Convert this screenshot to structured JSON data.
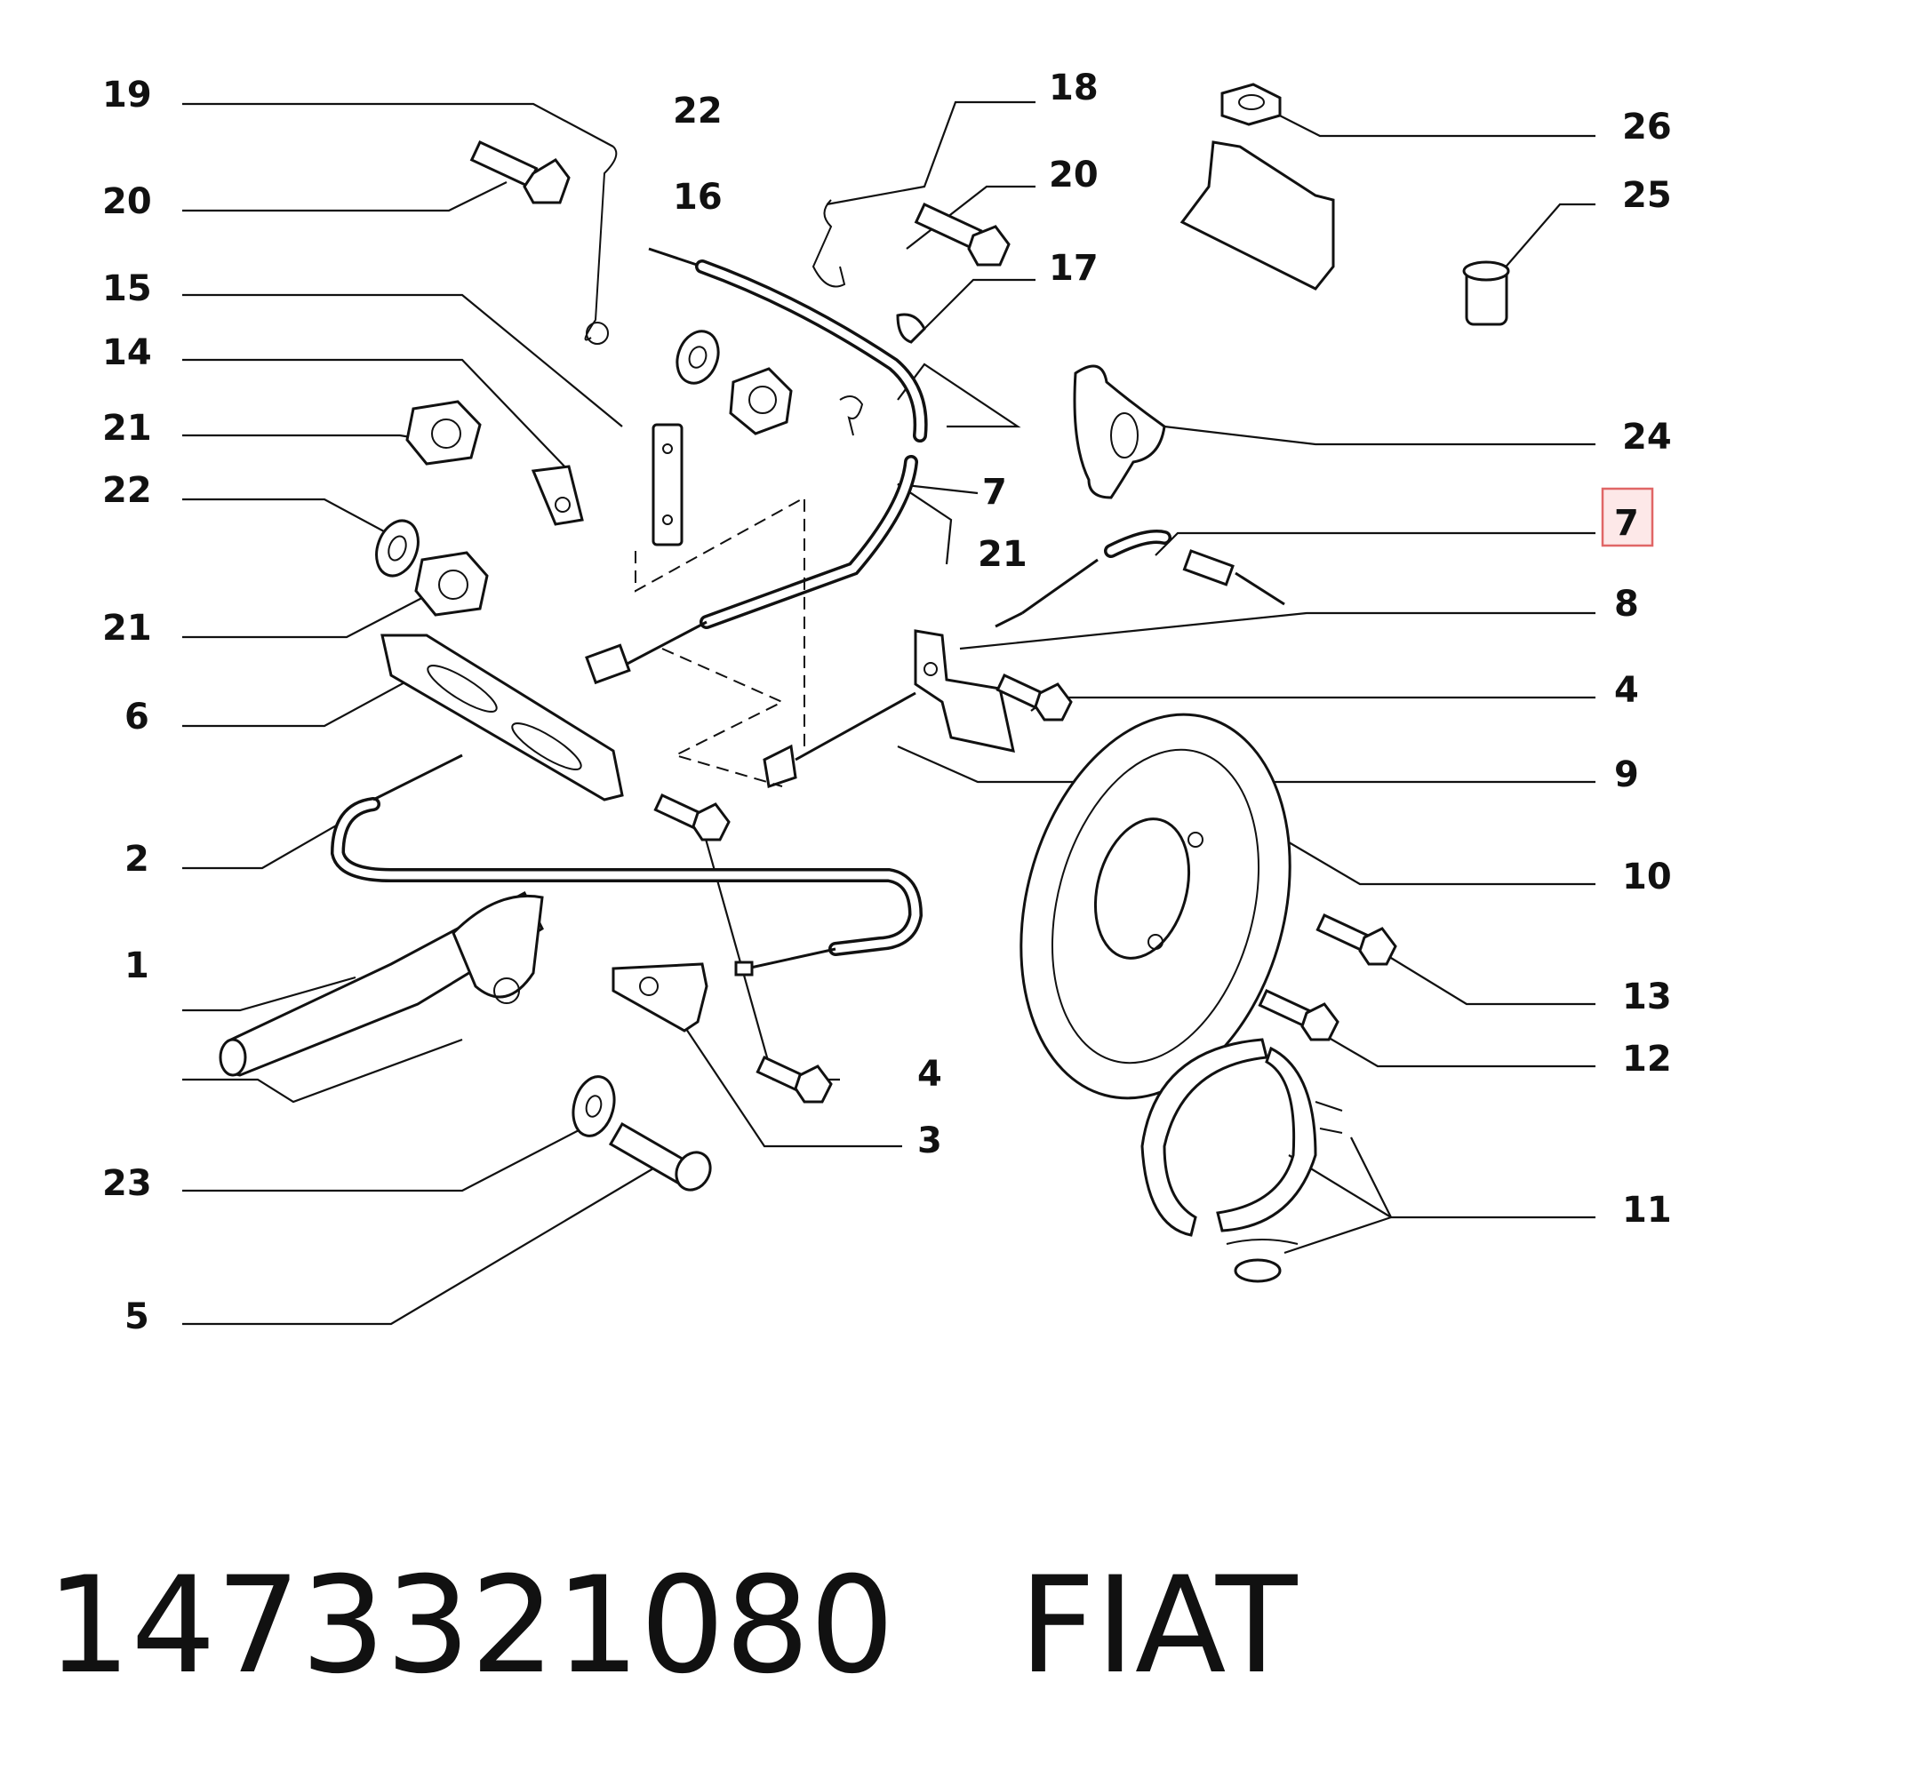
{
  "callouts": {
    "c19": "19",
    "c20a": "20",
    "c15": "15",
    "c14": "14",
    "c21a": "21",
    "c22a": "22",
    "c21b": "21",
    "c6": "6",
    "c2": "2",
    "c1": "1",
    "c23": "23",
    "c5": "5",
    "c22b": "22",
    "c16": "16",
    "c18": "18",
    "c20b": "20",
    "c17": "17",
    "c7a": "7",
    "c21c": "21",
    "c4a": "4",
    "c3": "3",
    "c26": "26",
    "c25": "25",
    "c24": "24",
    "c7b": "7",
    "c8": "8",
    "c4b": "4",
    "c9": "9",
    "c10": "10",
    "c13": "13",
    "c12": "12",
    "c11": "11"
  },
  "highlight": {
    "callout": "7",
    "color": "#e06666",
    "fill": "#fde8e8"
  },
  "caption": {
    "part_number": "1473321080",
    "brand": "FIAT"
  }
}
